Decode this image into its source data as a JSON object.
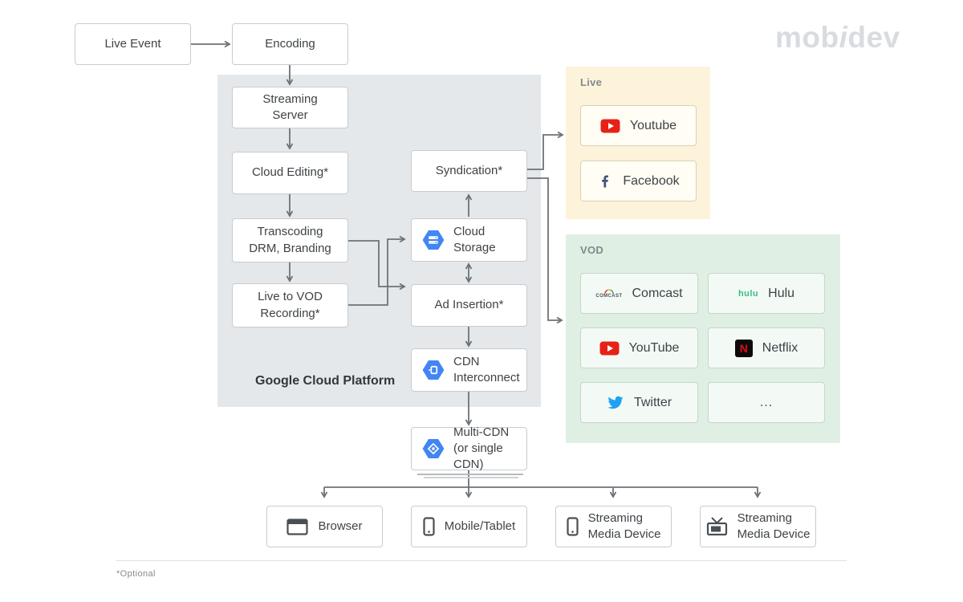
{
  "logo": {
    "part1": "mob",
    "part2": "i",
    "part3": "dev"
  },
  "top_flow": {
    "live_event": "Live Event",
    "encoding": "Encoding"
  },
  "gcp": {
    "label": "Google Cloud Platform",
    "streaming_server": "Streaming\nServer",
    "cloud_editing": "Cloud Editing*",
    "transcoding": "Transcoding\nDRM, Branding",
    "live_to_vod": "Live to VOD\nRecording*",
    "syndication": "Syndication*",
    "cloud_storage": "Cloud\nStorage",
    "ad_insertion": "Ad Insertion*",
    "cdn_interconnect": "CDN\nInterconnect"
  },
  "multi_cdn": {
    "label": "Multi-CDN\n(or single CDN)"
  },
  "live_panel": {
    "title": "Live",
    "items": [
      {
        "icon": "youtube-icon",
        "label": "Youtube"
      },
      {
        "icon": "facebook-icon",
        "label": "Facebook"
      }
    ]
  },
  "vod_panel": {
    "title": "VOD",
    "items": [
      {
        "icon": "comcast-logo",
        "mark": "COMCAST",
        "label": "Comcast"
      },
      {
        "icon": "hulu-logo",
        "mark": "hulu",
        "label": "Hulu"
      },
      {
        "icon": "youtube-icon",
        "label": "YouTube"
      },
      {
        "icon": "netflix-icon",
        "mark": "N",
        "label": "Netflix"
      },
      {
        "icon": "twitter-icon",
        "label": "Twitter"
      },
      {
        "icon": "none",
        "label": "..."
      }
    ]
  },
  "devices": [
    {
      "icon": "browser-icon",
      "label": "Browser"
    },
    {
      "icon": "mobile-icon",
      "label": "Mobile/Tablet"
    },
    {
      "icon": "mobile-icon",
      "label": "Streaming\nMedia Device"
    },
    {
      "icon": "tv-icon",
      "label": "Streaming\nMedia Device"
    }
  ],
  "footnote": "*Optional",
  "colors": {
    "gcp_panel": "#e4e8ea",
    "live_panel": "#fdf3da",
    "vod_panel": "#e0efe4",
    "arrow": "#6d7277",
    "gcp_icon_blue": "#4285f4",
    "youtube_red": "#e62117",
    "netflix_red": "#e50914",
    "twitter_blue": "#1da1f2",
    "hulu_green": "#3dbb85",
    "facebook_navy": "#44537a",
    "logo_gray": "#d8dbe0"
  }
}
